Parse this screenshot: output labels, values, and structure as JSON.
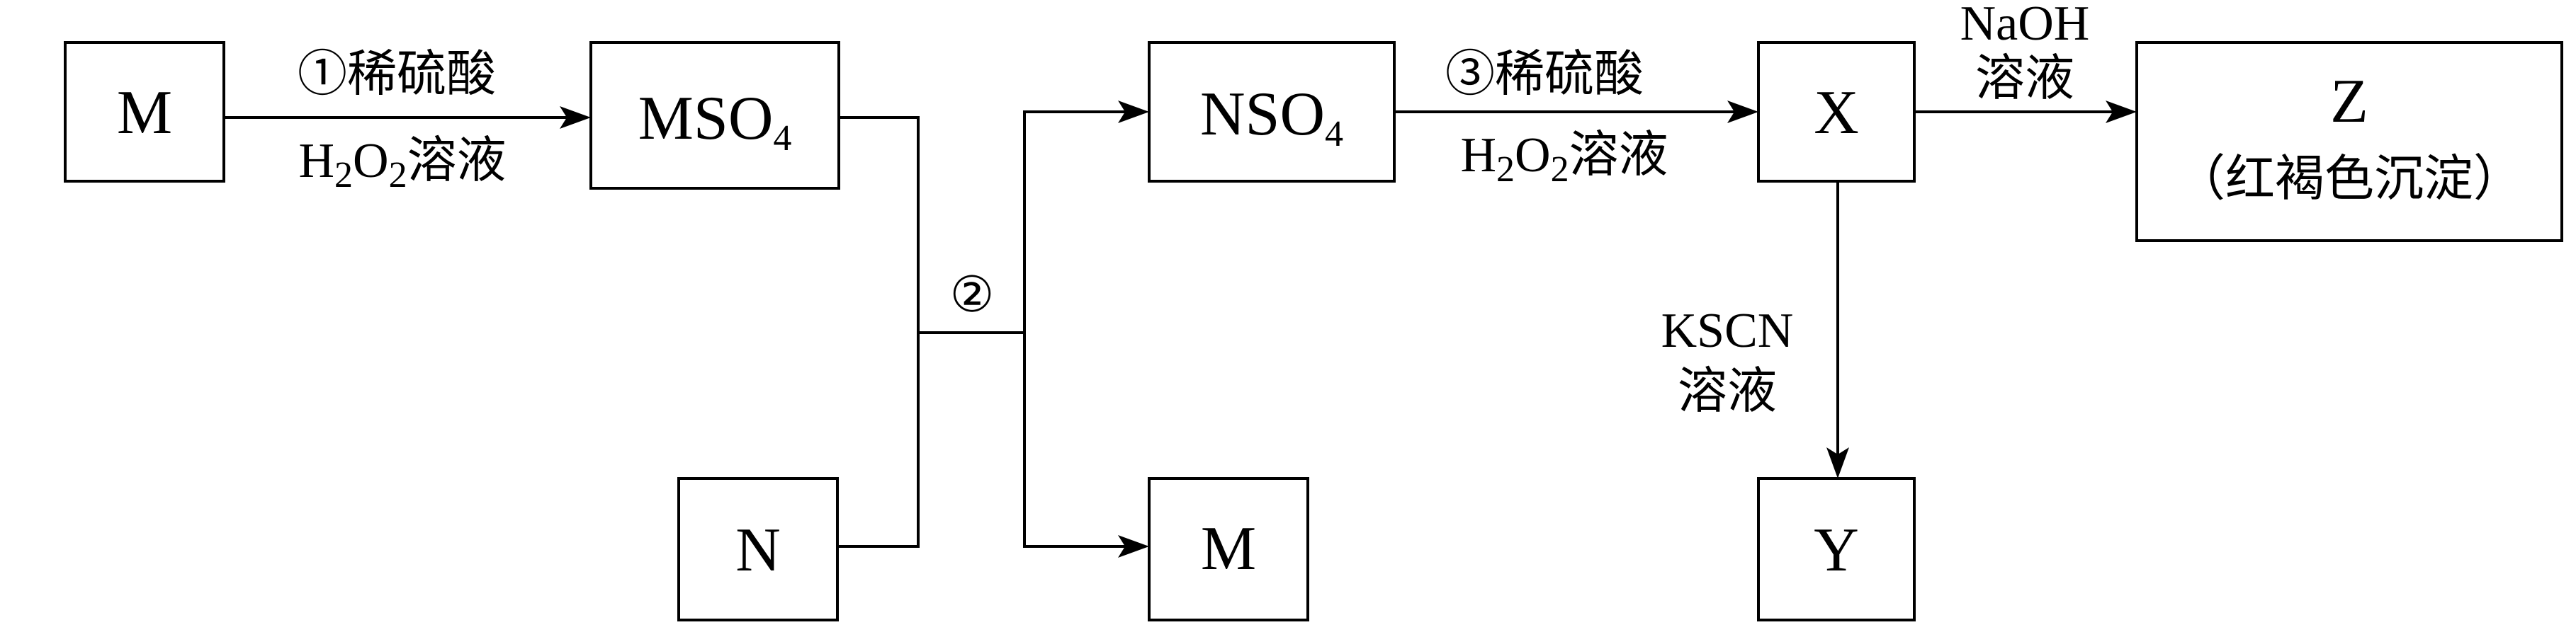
{
  "nodes": {
    "m_start": "M",
    "mso4": {
      "main": "MSO",
      "sub": "4"
    },
    "nso4": {
      "main": "NSO",
      "sub": "4"
    },
    "x": "X",
    "z": {
      "line1": "Z",
      "line2": "（红褐色沉淀）"
    },
    "n": "N",
    "m_end": "M",
    "y": "Y"
  },
  "labels": {
    "step1": "①稀硫酸",
    "step1_reagent": {
      "h": "H",
      "sub1": "2",
      "o": "O",
      "sub2": "2",
      "rest": "溶液"
    },
    "step2": "②",
    "step3": "③稀硫酸",
    "step3_reagent": {
      "h": "H",
      "sub1": "2",
      "o": "O",
      "sub2": "2",
      "rest": "溶液"
    },
    "naoh_line1": "NaOH",
    "naoh_line2": "溶液",
    "kscn_line1": "KSCN",
    "kscn_line2": "溶液"
  }
}
